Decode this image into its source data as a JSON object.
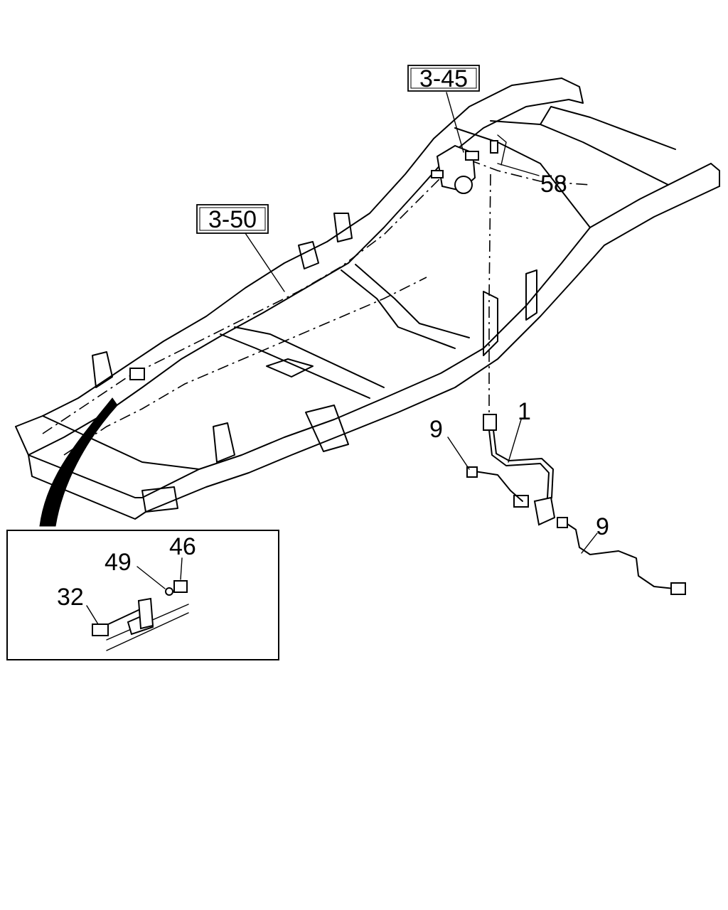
{
  "references": [
    {
      "id": "ref-3-45",
      "label": "3-45"
    },
    {
      "id": "ref-3-50",
      "label": "3-50"
    }
  ],
  "callouts": {
    "c58": "58",
    "c1": "1",
    "c9a": "9",
    "c9b": "9",
    "c46": "46",
    "c49": "49",
    "c32": "32"
  }
}
